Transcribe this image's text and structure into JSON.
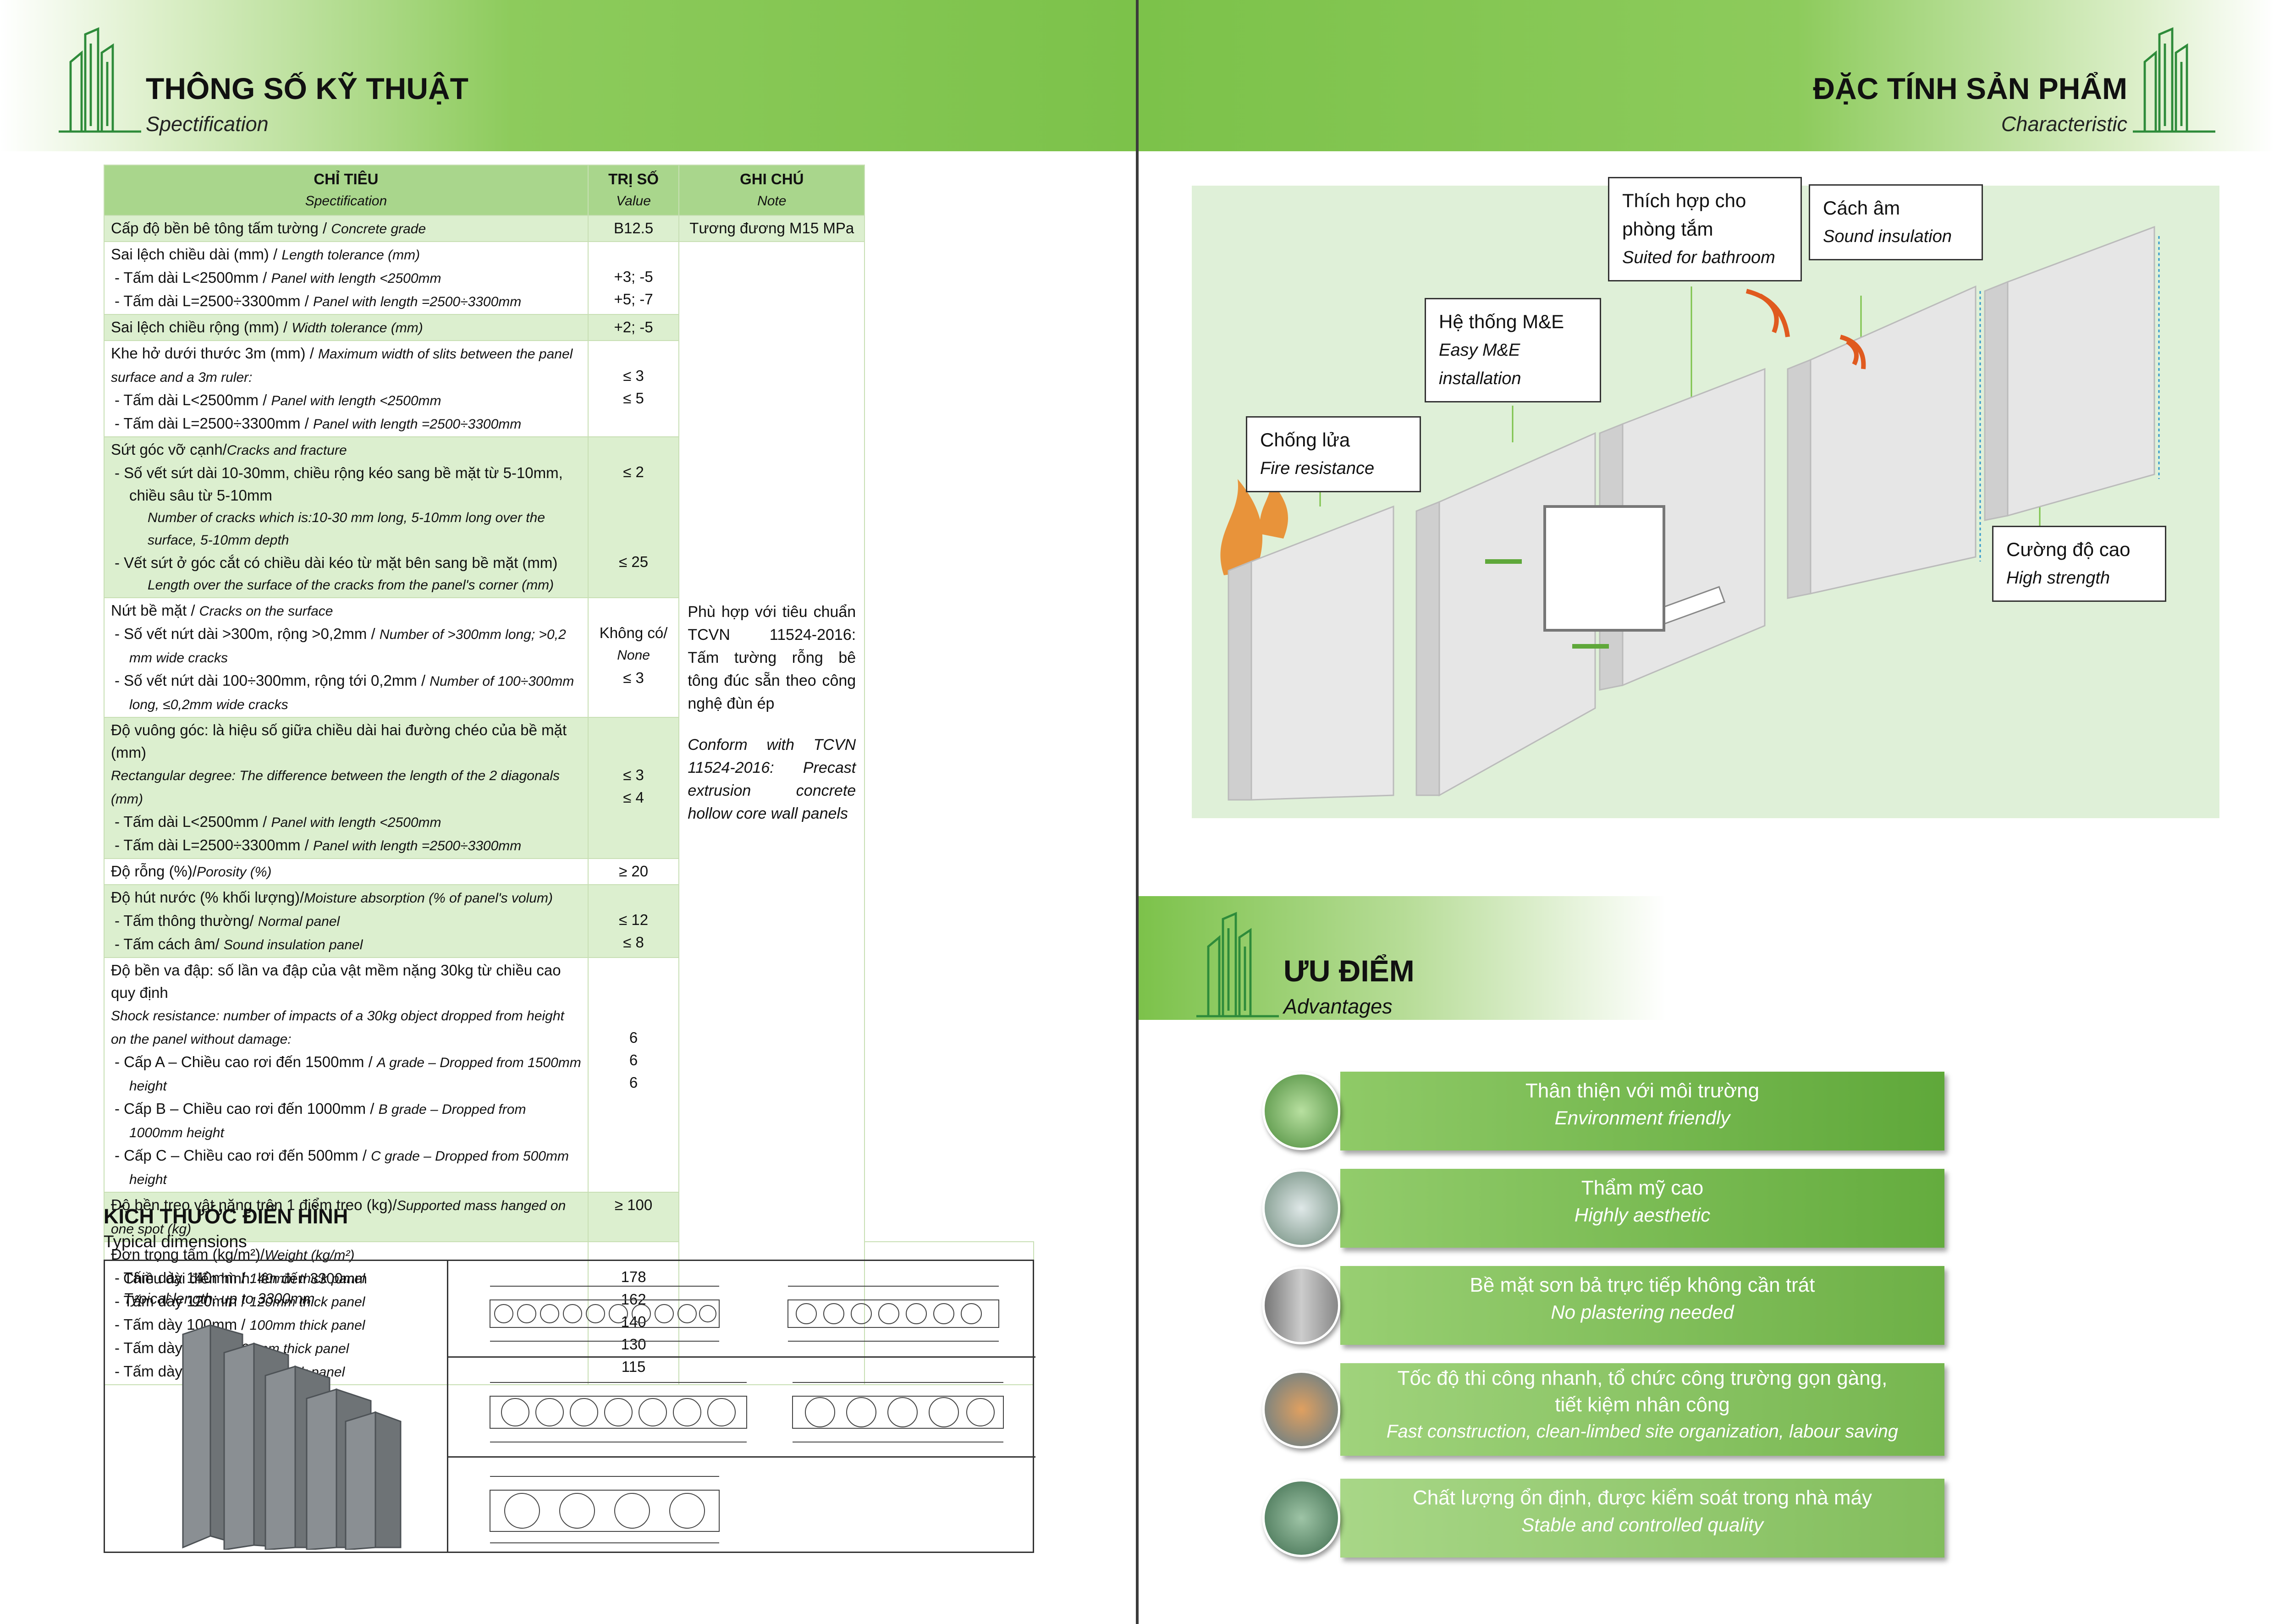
{
  "left": {
    "title": "THÔNG SỐ KỸ THUẬT",
    "subtitle": "Spectification",
    "table": {
      "head": {
        "c1_vi": "CHỈ TIÊU",
        "c1_en": "Spectification",
        "c2_vi": "TRỊ SỐ",
        "c2_en": "Value",
        "c3_vi": "GHI CHÚ",
        "c3_en": "Note"
      },
      "r1": {
        "vi": "Cấp độ bền bê tông tấm tường / ",
        "en": "Concrete grade",
        "value": "B12.5",
        "note": "Tương đương M15 MPa"
      },
      "r2": {
        "vi": "Sai lệch chiều dài (mm) / ",
        "en": "Length tolerance (mm)",
        "a_vi": "-   Tấm dài L<2500mm / ",
        "a_en": "Panel with length <2500mm",
        "b_vi": "-   Tấm dài L=2500÷3300mm / ",
        "b_en": "Panel with length =2500÷3300mm",
        "v1": "+3; -5",
        "v2": "+5; -7"
      },
      "r3": {
        "vi": "Sai lệch chiều rộng (mm) / ",
        "en": "Width tolerance (mm)",
        "value": "+2; -5"
      },
      "r4": {
        "vi": "Khe hở dưới thước 3m (mm) / ",
        "en": "Maximum width of slits between the panel surface and a 3m ruler:",
        "a_vi": "-   Tấm dài L<2500mm / ",
        "a_en": "Panel with length <2500mm",
        "b_vi": "-   Tấm dài L=2500÷3300mm / ",
        "b_en": "Panel with length =2500÷3300mm",
        "v1": "≤ 3",
        "v2": "≤ 5"
      },
      "r5": {
        "vi": "Sứt góc vỡ cạnh/",
        "en": "Cracks and fracture",
        "a_vi": "-   Số vết sứt dài 10-30mm, chiều rộng kéo sang bề mặt từ 5-10mm, chiều sâu từ 5-10mm",
        "a_en": "Number of cracks which is:10-30 mm long, 5-10mm long over the surface, 5-10mm depth",
        "b_vi": "-   Vết sứt ở góc cắt có chiều dài kéo từ mặt bên sang bề mặt (mm)",
        "b_en": "Length over the surface of the cracks from the panel's corner (mm)",
        "v1": "≤ 2",
        "v2": "≤ 25"
      },
      "r6": {
        "vi": "Nứt bề mặt / ",
        "en": "Cracks on the surface",
        "a_vi": "-   Số vết nứt dài >300m, rộng  >0,2mm / ",
        "a_en": "Number of >300mm long; >0,2 mm wide cracks",
        "b_vi": "-   Số vết nứt dài 100÷300mm, rộng tới 0,2mm / ",
        "b_en": "Number of 100÷300mm long, ≤0,2mm wide cracks",
        "v1": "Không có/",
        "v1_en": "None",
        "v2": "≤ 3"
      },
      "r7": {
        "vi": "Độ vuông góc: là hiệu số giữa chiều dài hai đường chéo của bề mặt (mm)",
        "en": "Rectangular degree: The difference between the length of the 2 diagonals (mm)",
        "a_vi": "-   Tấm dài L<2500mm / ",
        "a_en": "Panel with length <2500mm",
        "b_vi": "-   Tấm dài L=2500÷3300mm / ",
        "b_en": "Panel with length =2500÷3300mm",
        "v1": "≤ 3",
        "v2": "≤ 4"
      },
      "r8": {
        "vi": "Độ rỗng (%)/",
        "en": "Porosity (%)",
        "value": "≥ 20"
      },
      "r9": {
        "vi": "Độ hút nước (% khối lượng)/",
        "en": "Moisture absorption (% of panel's volum)",
        "a_vi": "-   Tấm thông thường/ ",
        "a_en": "Normal panel",
        "b_vi": "-   Tấm cách âm/ ",
        "b_en": "Sound insulation panel",
        "v1": "≤ 12",
        "v2": "≤ 8"
      },
      "r10": {
        "vi": "Độ bền va đập: số lần va đập của vật mềm nặng 30kg từ chiều cao quy định",
        "en": "Shock resistance: number of impacts of a 30kg object dropped from height on the panel without damage:",
        "a_vi": "-   Cấp A – Chiều cao rơi đến 1500mm / ",
        "a_en": "A grade – Dropped from 1500mm height",
        "b_vi": "-   Cấp B – Chiều cao rơi đến 1000mm / ",
        "b_en": "B grade – Dropped from 1000mm height",
        "c_vi": "-   Cấp C – Chiều cao rơi đến 500mm / ",
        "c_en": "C grade – Dropped from 500mm height",
        "v1": "6",
        "v2": "6",
        "v3": "6"
      },
      "r11": {
        "vi": "Độ bền treo vật nặng trên 1 điểm treo (kg)/",
        "en": "Supported mass hanged on one spot (kg)",
        "value": "≥ 100"
      },
      "r12": {
        "vi": "Đơn trọng tấm (kg/m²)/",
        "en": "Weight (kg/m²)",
        "a_vi": "-   Tấm dày 140mm / ",
        "a_en": "140mm thick panel",
        "b_vi": "-   Tấm dày 120mm / ",
        "b_en": "120mm thick panel",
        "c_vi": "-   Tấm dày 100mm / ",
        "c_en": "100mm thick panel",
        "d_vi": "-   Tấm dày 90mm / ",
        "d_en": "90mm thick panel",
        "e_vi": "-   Tấm dày 75mm/ ",
        "e_en": "75mm thick panel",
        "v1": "178",
        "v2": "162",
        "v3": "140",
        "v4": "130",
        "v5": "115"
      },
      "note_vi": "Phù hợp với tiêu chuẩn TCVN 11524-2016: Tấm tường rỗng bê tông đúc sẵn theo công nghệ đùn ép",
      "note_en": "Conform with TCVN 11524-2016: Precast extrusion concrete hollow core wall panels"
    },
    "dims": {
      "title": "KÍCH THƯỚC ĐIỂN HÌNH",
      "subtitle": "Typical dimensions",
      "len_vi": "Chiều dài điển hình: lên đến 3300mm",
      "len_en": "Typical length: up to 3300mm"
    }
  },
  "right": {
    "title": "ĐẶC TÍNH SẢN PHẨM",
    "subtitle": "Characteristic",
    "callouts": {
      "fire_vi": "Chống lửa",
      "fire_en": "Fire resistance",
      "me_vi": "Hệ thống M&E",
      "me_en1": "Easy M&E",
      "me_en2": "installation",
      "bath_vi1": "Thích hợp cho",
      "bath_vi2": "phòng tắm",
      "bath_en": "Suited for bathroom",
      "sound_vi": "Cách âm",
      "sound_en": "Sound insulation",
      "strength_vi": "Cường độ cao",
      "strength_en": "High strength"
    },
    "advantages": {
      "title": "ƯU ĐIỂM",
      "subtitle": "Advantages",
      "items": [
        {
          "vi": "Thân thiện với môi trường",
          "en": "Environment friendly"
        },
        {
          "vi": "Thẩm mỹ cao",
          "en": "Highly aesthetic"
        },
        {
          "vi": "Bề mặt sơn bả trực tiếp không cần trát",
          "en": "No plastering needed"
        },
        {
          "vi": "Tốc độ thi công nhanh, tổ chức công trường gọn gàng,",
          "vi2": "tiết kiệm nhân công",
          "en": "Fast construction, clean-limbed site organization, labour saving"
        },
        {
          "vi": "Chất lượng ổn định, được kiểm soát trong nhà máy",
          "en": "Stable and controlled quality"
        }
      ]
    }
  },
  "colors": {
    "green_dark": "#5fa83a",
    "green_mid": "#7cc24a",
    "green_light": "#a9d68c",
    "table_tint": "#dcefcf"
  }
}
